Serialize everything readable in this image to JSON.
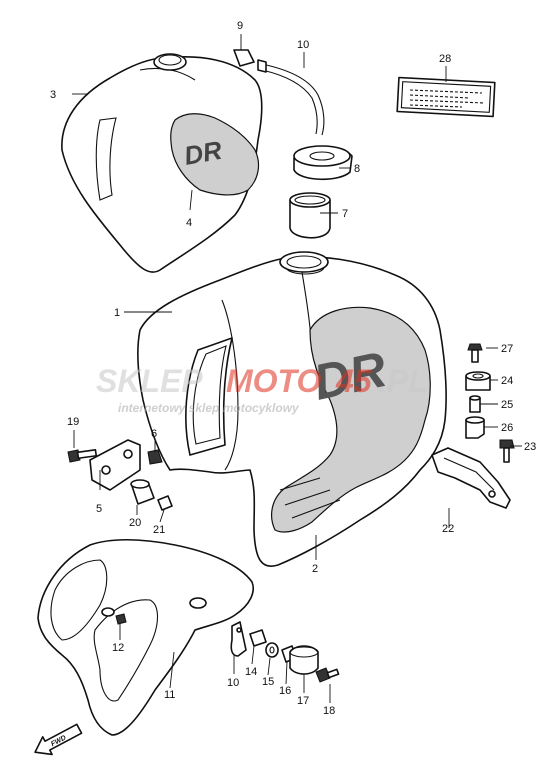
{
  "watermark": {
    "brand_part1": "SKLEP",
    "brand_part2": "MOTO",
    "brand_part3": "45",
    "brand_part4": ".PL",
    "tagline": "internetowy sklep motocyklowy"
  },
  "fwd_label": "FWD",
  "callouts": [
    "1",
    "2",
    "3",
    "4",
    "5",
    "6",
    "7",
    "8",
    "9",
    "10",
    "10",
    "11",
    "12",
    "14",
    "15",
    "16",
    "17",
    "18",
    "19",
    "20",
    "21",
    "22",
    "23",
    "24",
    "25",
    "26",
    "27",
    "28"
  ],
  "colors": {
    "line": "#111111",
    "watermark_gray": "#c8c8c8",
    "watermark_red": "#e0301e"
  }
}
